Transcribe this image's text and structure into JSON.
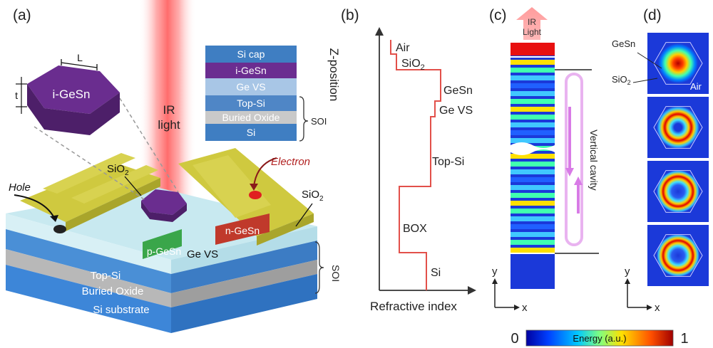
{
  "panels": {
    "a": {
      "tag": "(a)",
      "hexagon": {
        "label": "i-GeSn",
        "width_symbol": "L",
        "thickness_symbol": "t"
      },
      "ir_beam_label": [
        "IR",
        "light"
      ],
      "stack": [
        {
          "label": "Si cap",
          "color": "#3f7ec2"
        },
        {
          "label": "i-GeSn",
          "color": "#6b2d90"
        },
        {
          "label": "Ge VS",
          "color": "#a8c6e6"
        },
        {
          "label": "Top-Si",
          "color": "#4f86c6"
        },
        {
          "label": "Buried Oxide",
          "color": "#c9c9c9"
        },
        {
          "label": "Si",
          "color": "#3f7ec2"
        }
      ],
      "soi_bracket_label": "SOI",
      "device_labels": {
        "sio2_top": "SiO2",
        "sio2_right": "SiO2",
        "electron": "Electron",
        "hole": "Hole",
        "p_gesn": "p-GeSn",
        "n_gesn": "n-GeSn",
        "ge_vs": "Ge VS",
        "top_si": "Top-Si",
        "buried_oxide": "Buried Oxide",
        "si_substrate": "Si substrate",
        "soi": "SOI"
      }
    },
    "b": {
      "tag": "(b)",
      "y_axis_label": "Z-position",
      "x_axis_label": "Refractive index",
      "layer_labels": [
        "Air",
        "SiO2",
        "GeSn",
        "Ge VS",
        "Top-Si",
        "BOX",
        "Si"
      ]
    },
    "c": {
      "tag": "(c)",
      "beam_label": [
        "IR",
        "Light"
      ],
      "cavity_label": "Vertical cavity",
      "axis_y": "y",
      "axis_x": "x"
    },
    "d": {
      "tag": "(d)",
      "labels": {
        "gesn": "GeSn",
        "sio2": "SiO2",
        "air": "Air"
      },
      "axis_y": "y",
      "axis_x": "x",
      "mode_count": 4
    }
  },
  "colorbar": {
    "min_label": "0",
    "max_label": "1",
    "title": "Energy (a.u.)"
  },
  "colors": {
    "metal": "#c9c43a",
    "sio2": "#b9e3e8",
    "ge_vs": "#c8e9f0",
    "top_si": "#4a8fd6",
    "box": "#b8b8b8",
    "substrate": "#3d86d8",
    "gesn_hex": "#6a2d8f",
    "p_gesn": "#3aa64a",
    "n_gesn": "#c0392b",
    "index_line": "#e2504a",
    "field_bg": "#1b39d9"
  }
}
